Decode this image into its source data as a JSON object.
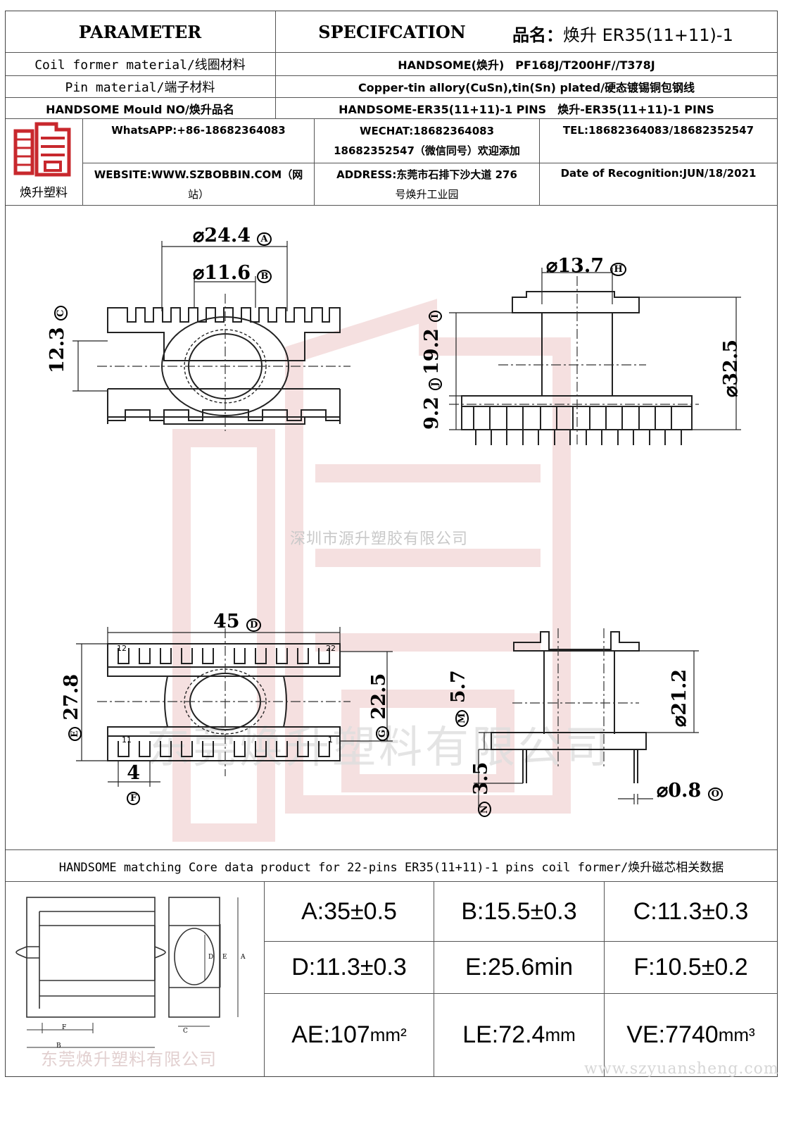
{
  "header": {
    "parameter_label": "PARAMETER",
    "spec_label": "SPECIFCATION",
    "product_name_label": "品名：",
    "product_name_value": "焕升 ER35(11+11)-1"
  },
  "rows": [
    {
      "label": "Coil former material/线圈材料",
      "value": "HANDSOME(焕升)　PF168J/T200HF//T378J"
    },
    {
      "label": "Pin material/端子材料",
      "value": "Copper-tin allory(CuSn),tin(Sn) plated/硬态镀锡铜包钢线"
    },
    {
      "label": "HANDSOME Mould NO/焕升品名",
      "value": "HANDSOME-ER35(11+11)-1 PINS　焕升-ER35(11+11)-1 PINS"
    }
  ],
  "company": {
    "logo_caption": "焕升塑料",
    "whatsapp": "WhatsAPP:+86-18682364083",
    "wechat_line1": "WECHAT:18682364083",
    "wechat_line2": "18682352547（微信同号）欢迎添加",
    "tel": "TEL:18682364083/18682352547",
    "website_line1": "WEBSITE:WWW.SZBOBBIN.COM（网",
    "website_line2": "站）",
    "address_line1": "ADDRESS:东莞市石排下沙大道 276",
    "address_line2": "号焕升工业园",
    "date": "Date of Recognition:JUN/18/2021"
  },
  "drawing": {
    "watermark_center": "深圳市源升塑胶有限公司",
    "watermark_bottom": "东莞焕升塑料有限公司",
    "watermark_core": "东莞焕升塑料有限公司",
    "watermark_url": "www.szyuansheng.com",
    "dim_A": "⌀24.4",
    "dim_A_tag": "A",
    "dim_B": "⌀11.6",
    "dim_B_tag": "B",
    "dim_C": "12.3",
    "dim_C_tag": "C",
    "dim_H": "⌀13.7",
    "dim_H_tag": "H",
    "dim_I": "19.2",
    "dim_I_tag": "I",
    "dim_J": "9.2",
    "dim_J_tag": "J",
    "dim_K": "⌀32.5",
    "dim_D": "45",
    "dim_D_tag": "D",
    "dim_E": "27.8",
    "dim_E_tag": "E",
    "dim_G": "22.5",
    "dim_G_tag": "G",
    "dim_F": "4",
    "dim_F_tag": "F",
    "dim_L": "⌀21.2",
    "dim_M": "5.7",
    "dim_M_tag": "M",
    "dim_N": "3.5",
    "dim_N_tag": "N",
    "dim_O": "⌀0.8",
    "dim_O_tag": "O",
    "pin_12": "12",
    "pin_22": "22",
    "pin_11": "11",
    "pin_1": "1"
  },
  "core": {
    "title": "HANDSOME matching Core data  product for 22-pins ER35(11+11)-1 pins coil former/焕升磁芯相关数据",
    "diagram_labels": [
      "A",
      "B",
      "C",
      "D",
      "E",
      "F"
    ],
    "values": [
      [
        "A:35±0.5",
        "B:15.5±0.3",
        "C:11.3±0.3"
      ],
      [
        "D:11.3±0.3",
        "E:25.6min",
        "F:10.5±0.2"
      ]
    ],
    "ae_label": "AE:107",
    "ae_unit": "mm²",
    "le_label": "LE:72.4",
    "le_unit": "mm",
    "ve_label": "VE:7740",
    "ve_unit": "mm³"
  },
  "colors": {
    "watermark_red": "#e6b8b8",
    "border": "#444444",
    "logo_red": "#c8282d"
  }
}
